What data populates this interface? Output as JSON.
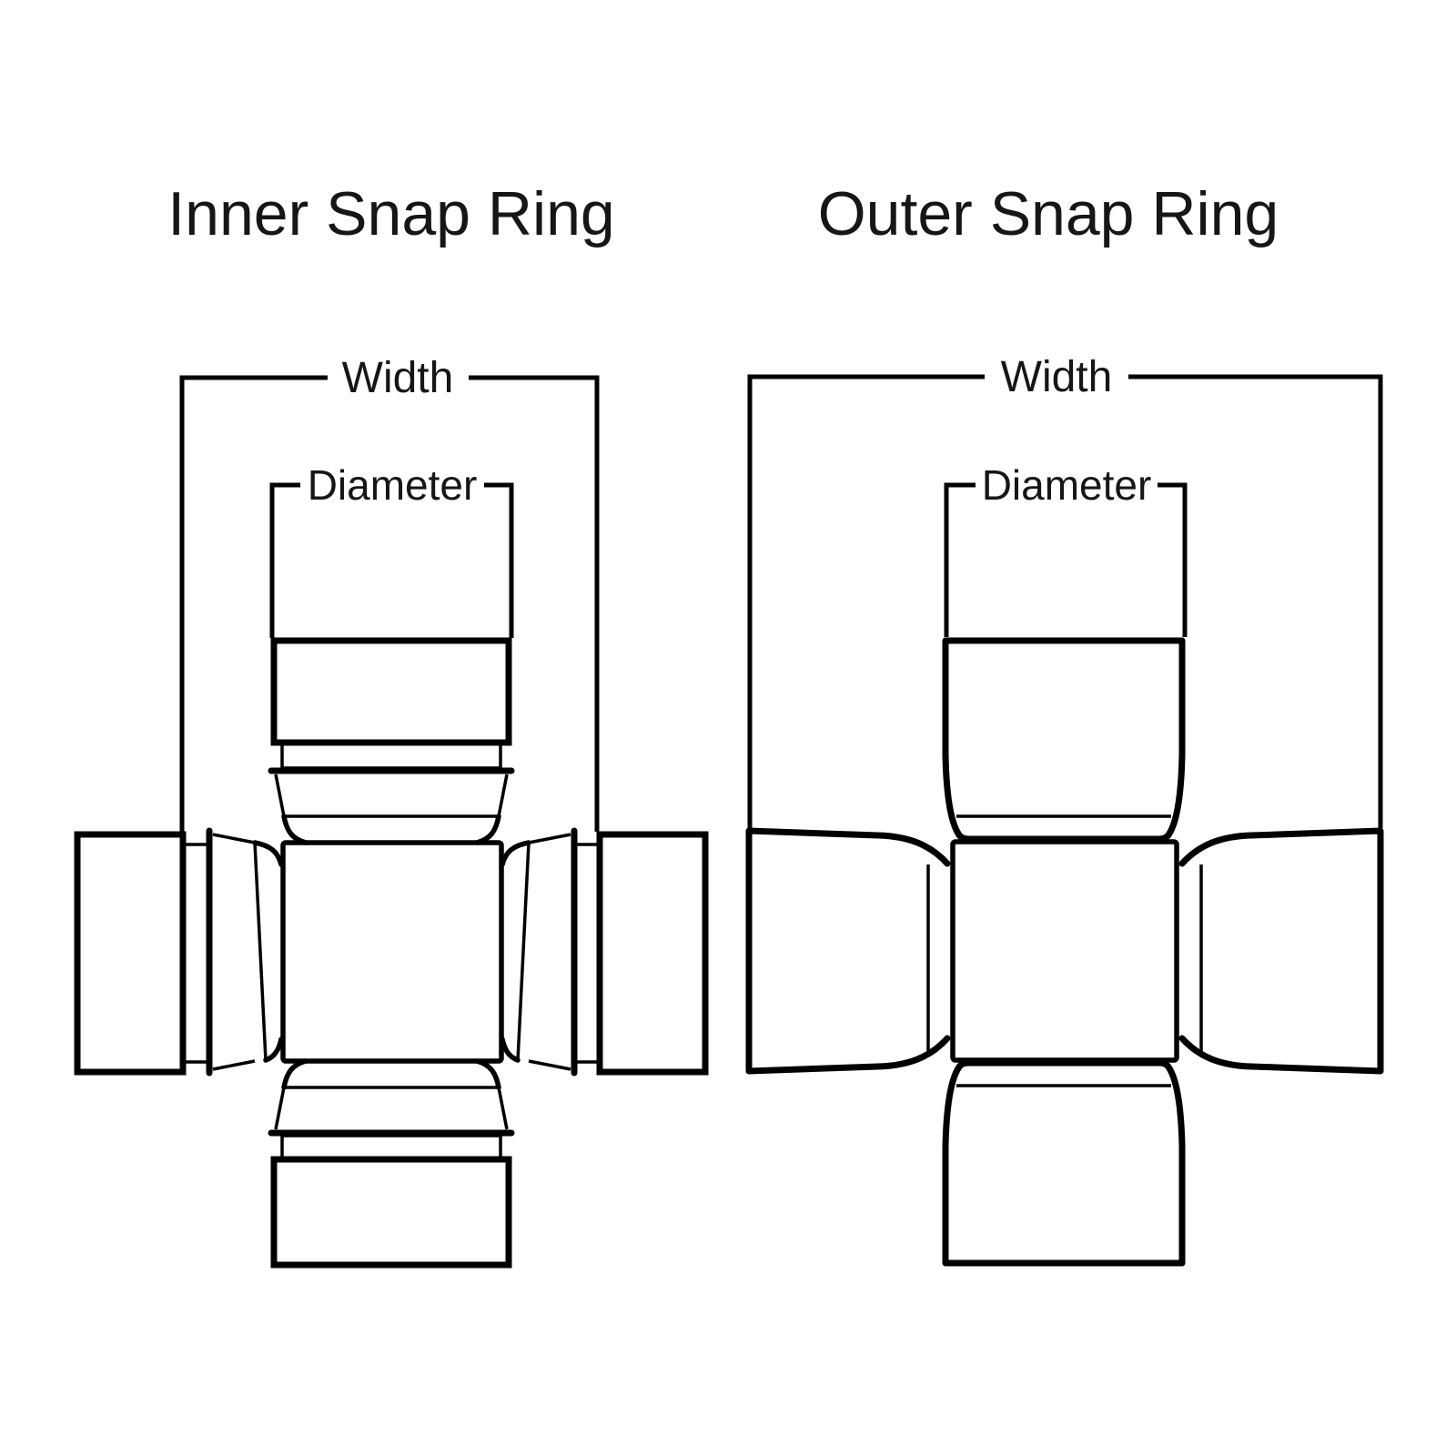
{
  "page": {
    "background_color": "#ffffff",
    "line_color": "#000000",
    "text_color": "#161616"
  },
  "figures": {
    "left": {
      "title": "Inner Snap Ring",
      "width_label": "Width",
      "diameter_label": "Diameter"
    },
    "right": {
      "title": "Outer Snap Ring",
      "width_label": "Width",
      "diameter_label": "Diameter"
    }
  }
}
